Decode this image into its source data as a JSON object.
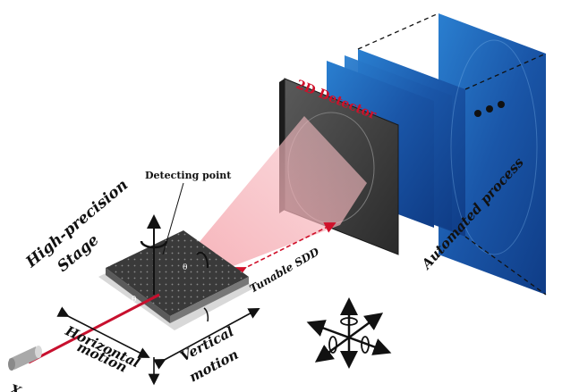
{
  "labels": {
    "detecting_point": "Detecting point",
    "stage_line1": "High-precision",
    "stage_line2": "Stage",
    "detector": "2D Detector",
    "tunable_sdd": "Tunable SDD",
    "automated_process": "Automated process",
    "horizontal_line1": "Horizontal",
    "horizontal_line2": "motion",
    "vertical_line1": "Vertical",
    "vertical_line2": "motion",
    "xray": "X-ray",
    "theta": "θ"
  },
  "colors": {
    "beam": "#c8102e",
    "cone": "#f4a0a8",
    "detector_frame": "#3a3a3a",
    "detector_label": "#d0102a",
    "frame_blue": "#1f5fb5",
    "sdd_arrow": "#d0102a",
    "stage_top": "#2e2e2e",
    "stage_side": "#bdbdbd"
  },
  "icons": [
    "axis-cross-icon",
    "rotation-arrow-icon",
    "xray-source-icon"
  ]
}
